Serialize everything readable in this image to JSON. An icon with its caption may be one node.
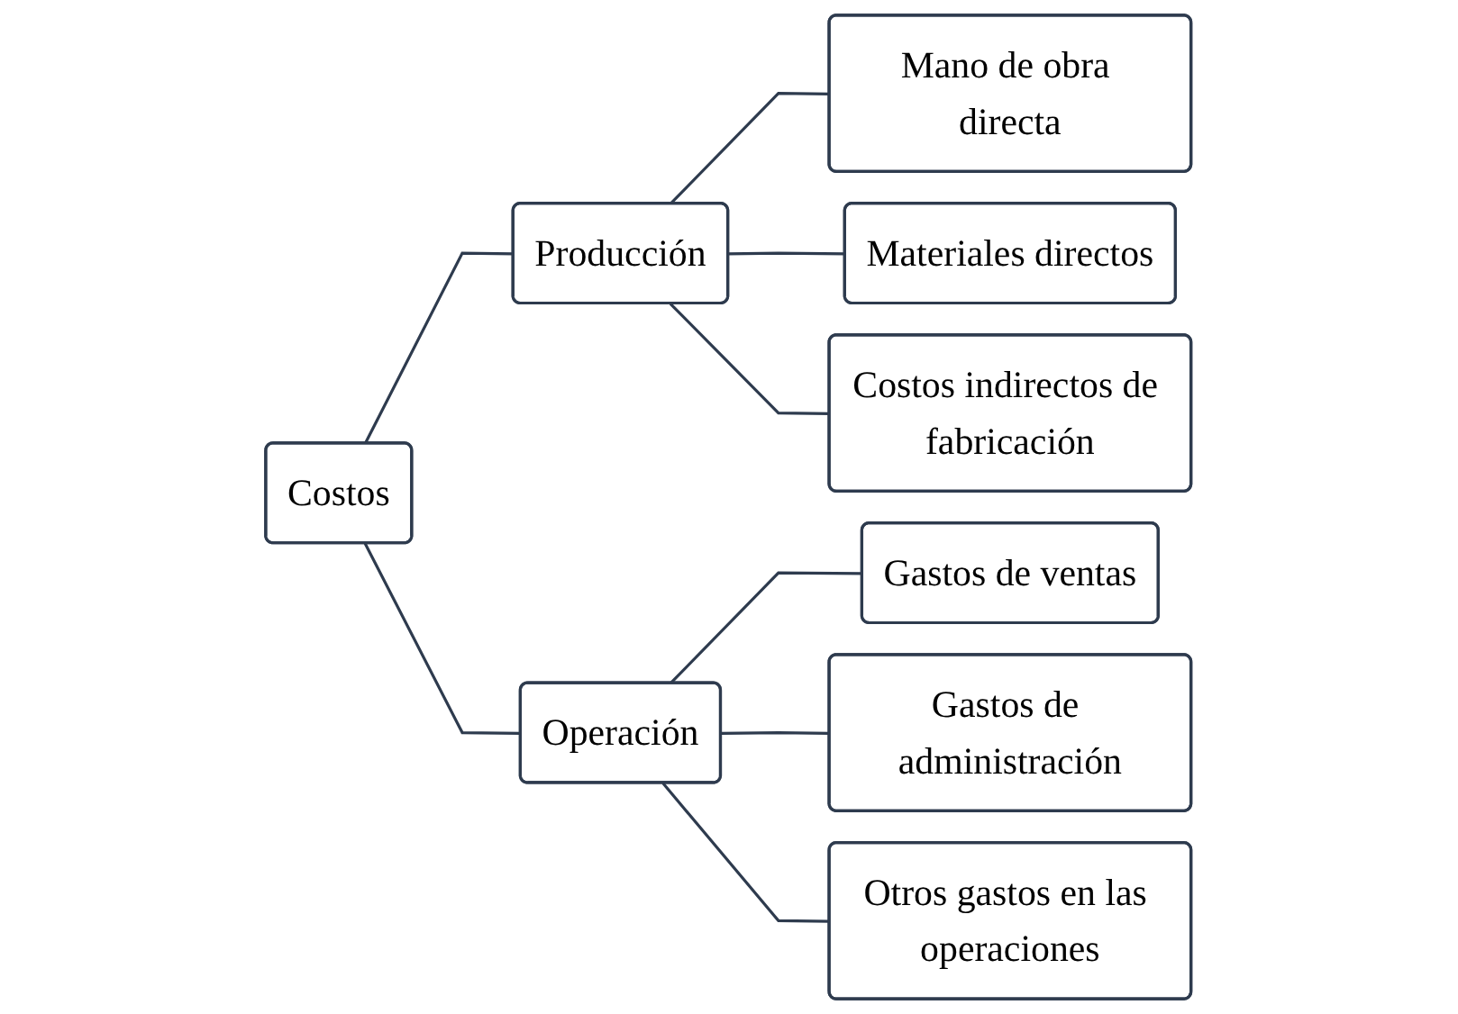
{
  "diagram": {
    "nodes": [
      {
        "text": [
          "Costos"
        ]
      },
      {
        "text": [
          "Producción"
        ]
      },
      {
        "text": [
          "Mano de obra directa"
        ]
      },
      {
        "text": [
          "Materiales directos"
        ]
      },
      {
        "text": [
          "Costos indirectos de fabricación"
        ]
      },
      {
        "text": [
          "Operación"
        ]
      },
      {
        "text": [
          "Gastos de ventas"
        ]
      },
      {
        "text": [
          "Gastos de administración"
        ]
      },
      {
        "text": [
          "Otros gastos en las operaciones"
        ]
      }
    ],
    "edges": [
      {
        "from": 0,
        "to": 1,
        "arrow": "none"
      },
      {
        "from": 0,
        "to": 5,
        "arrow": "none"
      },
      {
        "from": 1,
        "to": 2,
        "arrow": "none"
      },
      {
        "from": 1,
        "to": 3,
        "arrow": "none"
      },
      {
        "from": 1,
        "to": 4,
        "arrow": "none"
      },
      {
        "from": 5,
        "to": 6,
        "arrow": "none"
      },
      {
        "from": 5,
        "to": 7,
        "arrow": "none"
      },
      {
        "from": 5,
        "to": 8,
        "arrow": "none"
      }
    ]
  }
}
